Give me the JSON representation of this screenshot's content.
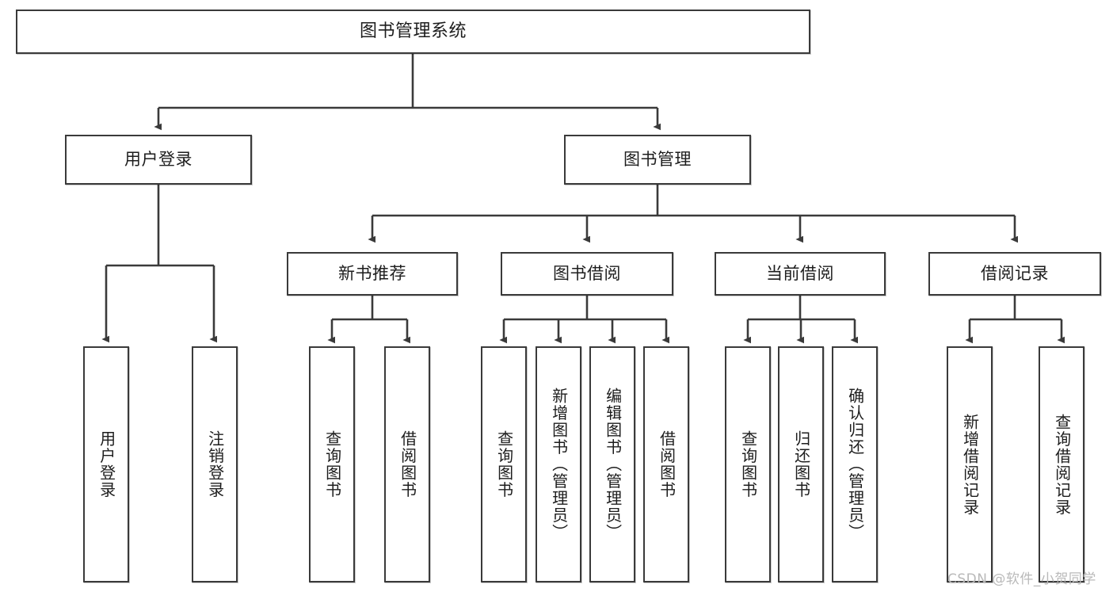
{
  "diagram": {
    "title": "图书管理系统",
    "watermark": "CSDN @软件_小贺同学",
    "nodes": {
      "root": {
        "label": "图书管理系统"
      },
      "user_login": {
        "label": "用户登录"
      },
      "book_mgmt": {
        "label": "图书管理"
      },
      "new_book": {
        "label": "新书推荐"
      },
      "borrow_book": {
        "label": "图书借阅"
      },
      "current": {
        "label": "当前借阅"
      },
      "records": {
        "label": "借阅记录"
      },
      "leaf_user_login": {
        "label": "用户登录"
      },
      "leaf_user_logout": {
        "label": "注销登录"
      },
      "leaf_nb_query": {
        "label": "查询图书"
      },
      "leaf_nb_borrow": {
        "label": "借阅图书"
      },
      "leaf_bb_query": {
        "label": "查询图书"
      },
      "leaf_bb_add": {
        "label": "新增图书（管理员）"
      },
      "leaf_bb_edit": {
        "label": "编辑图书（管理员）"
      },
      "leaf_bb_borrow": {
        "label": "借阅图书"
      },
      "leaf_cur_query": {
        "label": "查询图书"
      },
      "leaf_cur_return": {
        "label": "归还图书"
      },
      "leaf_cur_confirm": {
        "label": "确认归还（管理员）"
      },
      "leaf_rec_add": {
        "label": "新增借阅记录"
      },
      "leaf_rec_query": {
        "label": "查询借阅记录"
      }
    },
    "colors": {
      "stroke": "#3a3a3a",
      "text": "#1d1d1d",
      "background": "#ffffff",
      "watermark": "#b9b9b9"
    }
  }
}
